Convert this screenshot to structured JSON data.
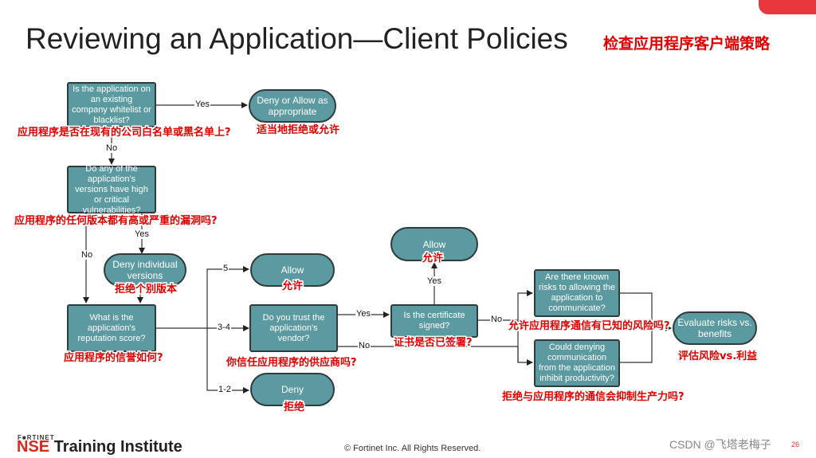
{
  "slide": {
    "title": "Reviewing an Application—Client Policies",
    "title_cn": "检查应用程序客户端策略",
    "accent_color": "#e8383d",
    "node_color": "#5b9aa0"
  },
  "nodes": {
    "whitelist": {
      "text": "Is the application on an existing company whitelist or blacklist?",
      "cn": "应用程序是否在现有的公司白名单或黑名单上?"
    },
    "deny_allow": {
      "text": "Deny or Allow as appropriate",
      "cn": "适当地拒绝或允许"
    },
    "versions": {
      "text": "Do any of the application's versions have high or critical vulnerabilities?",
      "cn": "应用程序的任何版本都有高或严重的漏洞吗?"
    },
    "deny_versions": {
      "text": "Deny individual versions",
      "cn": "拒绝个别版本"
    },
    "reputation": {
      "text": "What is the application's reputation score?",
      "cn": "应用程序的信誉如何?"
    },
    "allow_5": {
      "text": "Allow",
      "cn": "允许"
    },
    "vendor": {
      "text": "Do you trust the application's vendor?",
      "cn": "你信任应用程序的供应商吗?"
    },
    "deny_12": {
      "text": "Deny",
      "cn": "拒绝"
    },
    "certificate": {
      "text": "Is the certificate signed?",
      "cn": "证书是否已签署?"
    },
    "allow_cert": {
      "text": "Allow",
      "cn": "允许"
    },
    "risks": {
      "text": "Are there known risks to allowing the application to communicate?",
      "cn": "允许应用程序通信有已知的风险吗?"
    },
    "productivity": {
      "text": "Could denying communication from the application inhibit productivity?",
      "cn": "拒绝与应用程序的通信会抑制生产力吗?"
    },
    "evaluate": {
      "text": "Evaluate risks vs. benefits",
      "cn": "评估风险vs.利益"
    }
  },
  "edge_labels": {
    "yes1": "Yes",
    "no1": "No",
    "yes2": "Yes",
    "no2": "No",
    "score5": "5",
    "score34": "3-4",
    "score12": "1-2",
    "yes3": "Yes",
    "no3": "No",
    "yes4": "Yes",
    "no4": "No"
  },
  "footer": {
    "logo_top": "F■RTINET",
    "logo_nse": "NSE",
    "logo_rest": " Training Institute",
    "copyright": "© Fortinet Inc. All Rights Reserved.",
    "watermark": "CSDN @飞塔老梅子",
    "page": "26"
  }
}
